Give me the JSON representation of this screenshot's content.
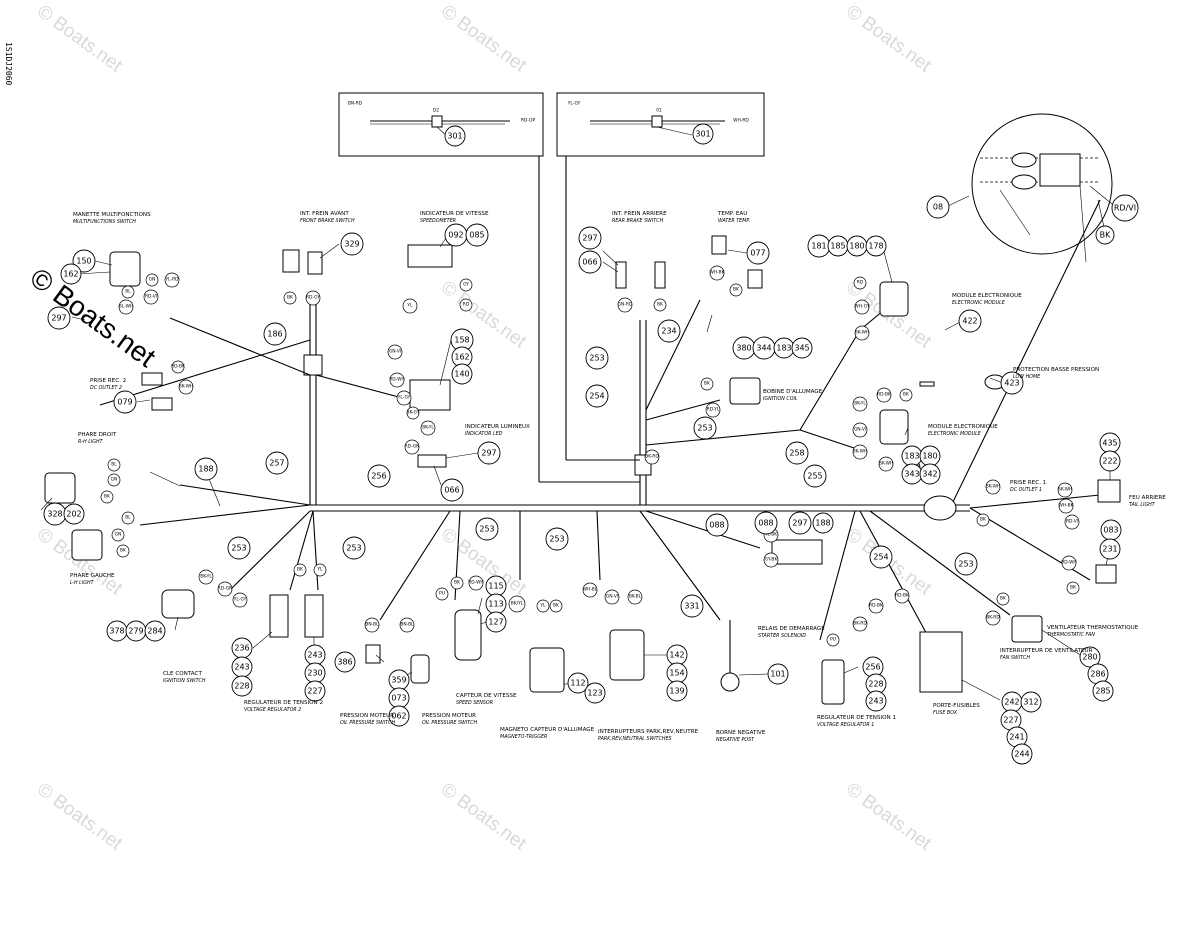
{
  "watermark": "© Boats.net",
  "drawing_number": "1S1DJ2060",
  "inset_top_left": {
    "wire_a": "BN-RD",
    "mark": "D2",
    "wire_b": "RD-OP",
    "callout": "301"
  },
  "inset_top_right": {
    "wire_a": "YL-GY",
    "mark": "01",
    "wire_b": "WH-RD",
    "callout": "301"
  },
  "inset_circle": {
    "callouts": [
      "08",
      "RD/VI",
      "BK"
    ]
  },
  "components": [
    {
      "fr": "MANETTE MULTIFONCTIONS",
      "en": "MULTIFUNCTIONS SWITCH"
    },
    {
      "fr": "INT. FREIN AVANT",
      "en": "FRONT BRAKE SWITCH"
    },
    {
      "fr": "INDICATEUR DE VITESSE",
      "en": "SPEEDOMETER"
    },
    {
      "fr": "INT. FREIN ARRIERE",
      "en": "REAR BRAKE SWITCH"
    },
    {
      "fr": "TEMP. EAU",
      "en": "WATER TEMP."
    },
    {
      "fr": "MODULE ELECTRONIQUE",
      "en": "ELECTRONIC MODULE"
    },
    {
      "fr": "PROTECTION BASSE PRESSION",
      "en": "LOW HOME"
    },
    {
      "fr": "PRISE REC. 2",
      "en": "DC OUTLET 2"
    },
    {
      "fr": "BOBINE D'ALLUMAGE",
      "en": "IGNITION COIL"
    },
    {
      "fr": "MODULE ELECTRONIQUE",
      "en": "ELECTRONIC MODULE"
    },
    {
      "fr": "INDICATEUR LUMINEUX",
      "en": "INDICATOR LED"
    },
    {
      "fr": "PHARE DROIT",
      "en": "R-H LIGHT"
    },
    {
      "fr": "PRISE REC. 1",
      "en": "DC OUTLET 1"
    },
    {
      "fr": "FEU ARRIERE",
      "en": "TAIL LIGHT"
    },
    {
      "fr": "PHARE GAUCHE",
      "en": "L-H LIGHT"
    },
    {
      "fr": "CLE CONTACT",
      "en": "IGNITION SWITCH"
    },
    {
      "fr": "REGULATEUR DE TENSION 2",
      "en": "VOLTAGE REGULATOR 2"
    },
    {
      "fr": "PRESSION MOTEUR",
      "en": "OIL PRESSURE SWITCH"
    },
    {
      "fr": "PRESSION MOTEUR",
      "en": "OIL PRESSURE SWITCH"
    },
    {
      "fr": "CAPTEUR DE VITESSE",
      "en": "SPEED SENSOR"
    },
    {
      "fr": "MAGNETO CAPTEUR D'ALLUMAGE",
      "en": "MAGNETO-TRIGGER"
    },
    {
      "fr": "INTERRUPTEURS PARK,REV,NEUTRE",
      "en": "PARK,REV,NEUTRAL SWITCHES"
    },
    {
      "fr": "RELAIS DE DEMARRAGE",
      "en": "STARTER SOLENOID"
    },
    {
      "fr": "BORNE NEGATIVE",
      "en": "NEGATIVE POST"
    },
    {
      "fr": "REGULATEUR DE TENSION 1",
      "en": "VOLTAGE REGULATOR 1"
    },
    {
      "fr": "PORTE-FUSIBLES",
      "en": "FUSE BOX"
    },
    {
      "fr": "VENTILATEUR THERMOSTATIQUE",
      "en": "THERMOSTATIC FAN"
    },
    {
      "fr": "INTERRUPTEUR DE VENTILATEUR",
      "en": "FAN SWITCH"
    }
  ],
  "callouts": [
    "150",
    "162",
    "297",
    "079",
    "186",
    "329",
    "092",
    "085",
    "158",
    "162",
    "140",
    "066",
    "297",
    "257",
    "256",
    "297",
    "066",
    "077",
    "253",
    "254",
    "234",
    "380",
    "344",
    "183",
    "345",
    "253",
    "258",
    "181",
    "185",
    "180",
    "178",
    "422",
    "423",
    "183",
    "180",
    "343",
    "342",
    "328",
    "202",
    "188",
    "255",
    "435",
    "222",
    "083",
    "231",
    "253",
    "253",
    "253",
    "253",
    "088",
    "297",
    "188",
    "254",
    "253",
    "378",
    "279",
    "284",
    "236",
    "243",
    "228",
    "243",
    "230",
    "227",
    "386",
    "359",
    "073",
    "062",
    "115",
    "113",
    "127",
    "112",
    "123",
    "142",
    "154",
    "139",
    "331",
    "101",
    "256",
    "228",
    "243",
    "280",
    "286",
    "285",
    "242",
    "312",
    "227",
    "241",
    "244"
  ],
  "wire_codes": [
    "BL",
    "GN",
    "YL-RD",
    "RD-VI",
    "BL-WH",
    "BK",
    "RD-GY",
    "GY",
    "RD",
    "YL",
    "RD-BK",
    "BK-WH",
    "GN-VI",
    "RD-WH",
    "YL-GY",
    "BK-GY",
    "BK-YL",
    "RD-GN",
    "GN-RD",
    "WH-BK",
    "RD-YL",
    "BK-RD",
    "WH-GY",
    "YL-GY",
    "BK/YL",
    "YL",
    "BK",
    "PU",
    "BN-BL",
    "WH-BL",
    "BK-BL",
    "YL-BK",
    "GY-BK"
  ]
}
